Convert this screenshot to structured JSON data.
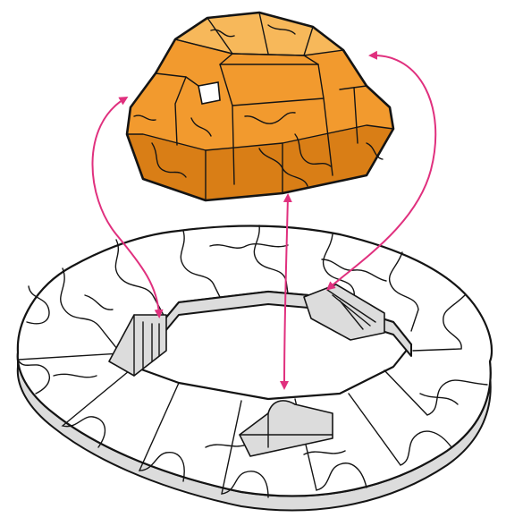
{
  "colors": {
    "background": "#ffffff",
    "dome_fill": "#f29a2e",
    "dome_shadow": "#d97e16",
    "dome_highlight": "#f7b85a",
    "ring_top": "#ffffff",
    "ring_side": "#dcdcdc",
    "ring_side_dark": "#b9b9b9",
    "outline": "#141414",
    "arrow": "#e0307e"
  },
  "parts": [
    {
      "name": "orange-dome-assembly",
      "type": "puzzle-tile-dome"
    },
    {
      "name": "white-ring-base",
      "type": "puzzle-tile-ring"
    },
    {
      "name": "connector-left",
      "type": "tab-slot"
    },
    {
      "name": "connector-right",
      "type": "tab-slot"
    },
    {
      "name": "connector-front",
      "type": "tab-slot"
    }
  ],
  "arrows": [
    {
      "name": "assembly-arrow-left",
      "style": "double-headed"
    },
    {
      "name": "assembly-arrow-right",
      "style": "double-headed"
    },
    {
      "name": "assembly-arrow-center",
      "style": "double-headed"
    }
  ]
}
